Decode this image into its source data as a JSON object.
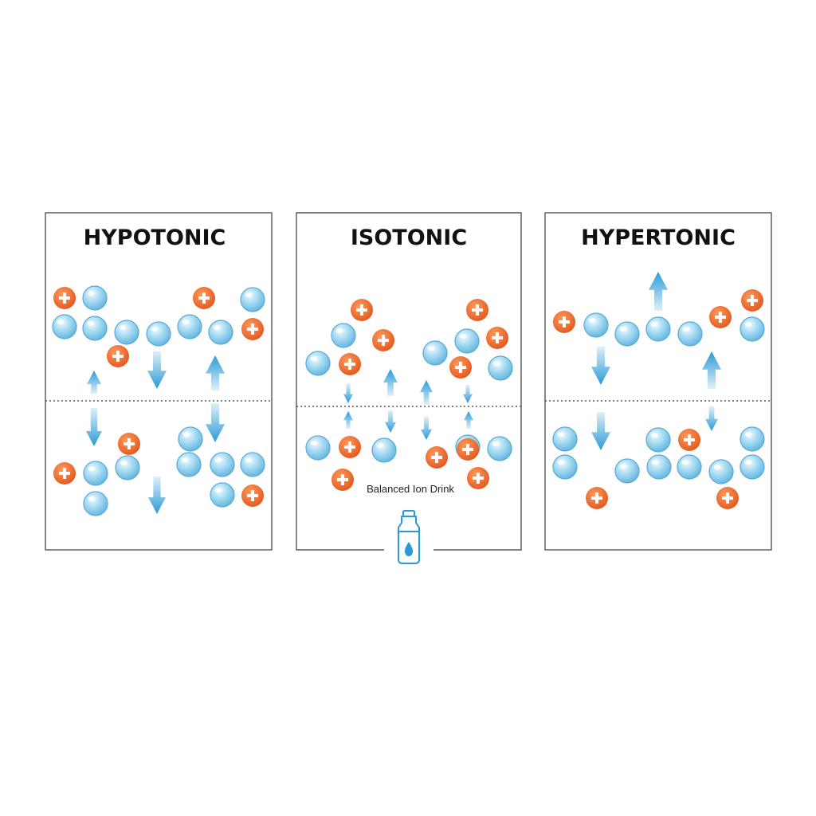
{
  "panels": [
    {
      "title": "HYPOTONIC",
      "water": [
        [
          119,
          374
        ],
        [
          81,
          410
        ],
        [
          119,
          412
        ],
        [
          159,
          417
        ],
        [
          199,
          419
        ],
        [
          238,
          410
        ],
        [
          277,
          417
        ],
        [
          317,
          376
        ],
        [
          239,
          551
        ],
        [
          237,
          583
        ],
        [
          279,
          583
        ],
        [
          317,
          583
        ],
        [
          160,
          587
        ],
        [
          120,
          594
        ],
        [
          120,
          632
        ],
        [
          279,
          621
        ]
      ],
      "ions": [
        [
          81,
          374
        ],
        [
          256,
          374
        ],
        [
          317,
          413
        ],
        [
          148,
          447
        ],
        [
          162,
          557
        ],
        [
          81,
          594
        ],
        [
          317,
          622
        ]
      ],
      "arrows": [
        [
          118,
          465,
          494,
          "up",
          18
        ],
        [
          270,
          446,
          490,
          "up",
          24
        ],
        [
          197,
          441,
          488,
          "down",
          24
        ],
        [
          118,
          512,
          560,
          "down",
          20
        ],
        [
          270,
          506,
          555,
          "down",
          24
        ],
        [
          197,
          598,
          645,
          "down",
          22
        ]
      ]
    },
    {
      "title": "ISOTONIC",
      "water": [
        [
          431,
          421
        ],
        [
          399,
          456
        ],
        [
          546,
          443
        ],
        [
          586,
          428
        ],
        [
          628,
          462
        ],
        [
          399,
          562
        ],
        [
          482,
          565
        ],
        [
          587,
          561
        ],
        [
          627,
          563
        ]
      ],
      "ions": [
        [
          454,
          389
        ],
        [
          599,
          389
        ],
        [
          481,
          427
        ],
        [
          624,
          424
        ],
        [
          439,
          457
        ],
        [
          578,
          461
        ],
        [
          439,
          561
        ],
        [
          548,
          574
        ],
        [
          587,
          564
        ],
        [
          430,
          602
        ],
        [
          600,
          600
        ]
      ],
      "arrows": [
        [
          490,
          463,
          497,
          "up",
          18
        ],
        [
          535,
          477,
          508,
          "up",
          16
        ],
        [
          437,
          481,
          506,
          "down",
          12
        ],
        [
          587,
          483,
          506,
          "down",
          12
        ],
        [
          437,
          516,
          538,
          "up",
          12
        ],
        [
          588,
          516,
          538,
          "up",
          12
        ],
        [
          490,
          515,
          543,
          "down",
          14
        ],
        [
          535,
          523,
          552,
          "down",
          14
        ]
      ]
    },
    {
      "title": "HYPERTONIC",
      "water": [
        [
          748,
          408
        ],
        [
          787,
          419
        ],
        [
          826,
          413
        ],
        [
          866,
          419
        ],
        [
          944,
          413
        ],
        [
          709,
          551
        ],
        [
          709,
          586
        ],
        [
          826,
          552
        ],
        [
          827,
          586
        ],
        [
          865,
          586
        ],
        [
          905,
          592
        ],
        [
          944,
          551
        ],
        [
          944,
          586
        ],
        [
          787,
          591
        ]
      ],
      "ions": [
        [
          708,
          404
        ],
        [
          904,
          398
        ],
        [
          944,
          377
        ],
        [
          865,
          552
        ],
        [
          749,
          625
        ],
        [
          913,
          625
        ]
      ],
      "arrows": [
        [
          826,
          341,
          390,
          "up",
          24
        ],
        [
          893,
          441,
          488,
          "up",
          24
        ],
        [
          754,
          435,
          483,
          "down",
          24
        ],
        [
          754,
          517,
          565,
          "down",
          24
        ],
        [
          893,
          510,
          541,
          "down",
          16
        ]
      ]
    }
  ],
  "caption": "Balanced Ion Drink",
  "colors": {
    "water": "#74c2e8",
    "ion": "#ee6a2c",
    "arrow": "#2b9ad8",
    "border": "#555555",
    "divider": "#555555"
  },
  "icons": {
    "bottle": "water-bottle-icon",
    "ion": "plus-ion-icon",
    "water": "water-molecule-icon"
  }
}
